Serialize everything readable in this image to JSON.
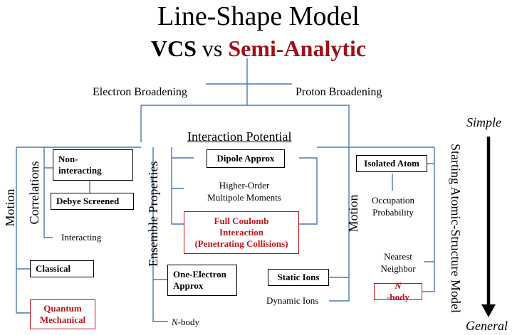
{
  "title": "Line-Shape Model",
  "subtitle": {
    "left": "VCS",
    "middle": "vs",
    "right": "Semi-Analytic"
  },
  "branches": {
    "electron": "Electron Broadening",
    "proton": "Proton Broadening"
  },
  "interaction_potential": {
    "heading": "Interaction Potential",
    "dipole": "Dipole Approx",
    "multipole_line1": "Higher-Order",
    "multipole_line2": "Multipole Moments",
    "coulomb_line1": "Full Coulomb",
    "coulomb_line2": "Interaction",
    "coulomb_line3": "(Penetrating Collisions)"
  },
  "electron_motion": {
    "axis": "Motion",
    "classical": "Classical",
    "quantum_line1": "Quantum",
    "quantum_line2": "Mechanical"
  },
  "correlations": {
    "axis": "Correlations",
    "noninteracting_line1": "Non-",
    "noninteracting_line2": "interacting",
    "debye": "Debye Screened",
    "interacting": "Interacting"
  },
  "ensemble": {
    "axis": "Ensemble  Properties",
    "one_electron_line1": "One-Electron",
    "one_electron_line2": "Approx",
    "nbody_italic": "N",
    "nbody_rest": "-body"
  },
  "ion_motion": {
    "axis": "Motion",
    "static": "Static Ions",
    "dynamic": "Dynamic Ions"
  },
  "atomic_model": {
    "axis": "Starting Atomic-Structure Model",
    "isolated": "Isolated Atom",
    "occupation_line1": "Occupation",
    "occupation_line2": "Probability",
    "nearest_line1": "Nearest",
    "nearest_line2": "Neighbor",
    "nbody_italic": "N",
    "nbody_rest": "-body"
  },
  "scale": {
    "top": "Simple",
    "bottom": "General"
  },
  "colors": {
    "connector": "#4a78b5",
    "highlight": "#c0141c",
    "subtitle_red": "#a01018"
  }
}
